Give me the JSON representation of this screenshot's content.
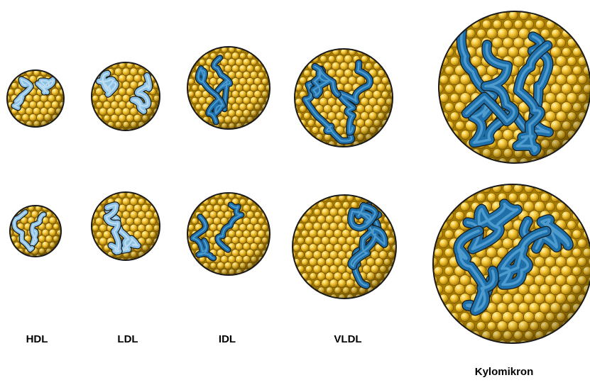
{
  "labels": {
    "hdl": "HDL",
    "ldl": "LDL",
    "idl": "IDL",
    "vldl": "VLDL",
    "kylomikron": "Kylomikron"
  },
  "colors": {
    "lipid_core": "#f2c230",
    "lipid_shadow": "#a67c00",
    "outline": "#1a1a1a",
    "apoprotein_dark": "#1f6fa8",
    "apoprotein_light": "#8cc2e6",
    "apoprotein_pale": "#c9e2f3"
  },
  "particles": [
    {
      "name": "hdl-top",
      "type": "HDL",
      "protein": "light"
    },
    {
      "name": "ldl-top",
      "type": "LDL",
      "protein": "light"
    },
    {
      "name": "idl-top",
      "type": "IDL",
      "protein": "dark"
    },
    {
      "name": "vldl-top",
      "type": "VLDL",
      "protein": "dark"
    },
    {
      "name": "kylomikron-top",
      "type": "Kylomikron",
      "protein": "dark"
    },
    {
      "name": "hdl-bottom",
      "type": "HDL",
      "protein": "light"
    },
    {
      "name": "ldl-bottom",
      "type": "LDL",
      "protein": "light"
    },
    {
      "name": "idl-bottom",
      "type": "IDL",
      "protein": "dark"
    },
    {
      "name": "vldl-bottom",
      "type": "VLDL",
      "protein": "dark"
    },
    {
      "name": "kylomikron-bottom",
      "type": "Kylomikron",
      "protein": "dark"
    }
  ]
}
